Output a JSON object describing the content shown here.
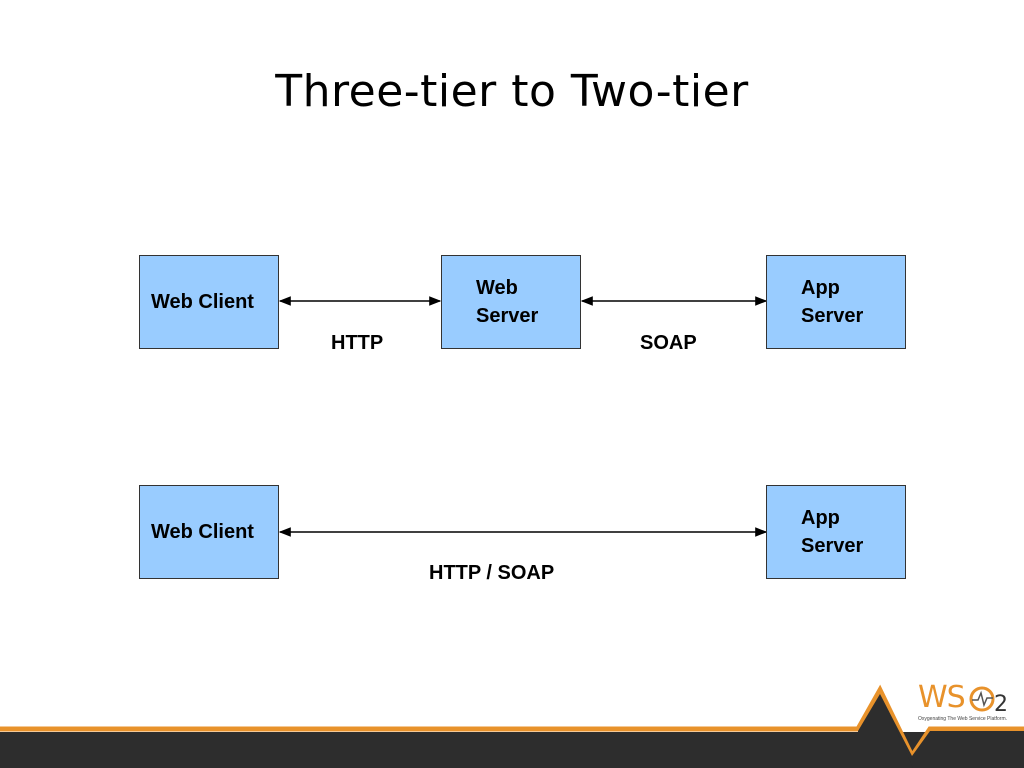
{
  "slide": {
    "title": "Three-tier to Two-tier"
  },
  "three_tier": {
    "web_client": "Web Client",
    "web_server_line1": "Web",
    "web_server_line2": "Server",
    "app_server_line1": "App",
    "app_server_line2": "Server",
    "label_http": "HTTP",
    "label_soap": "SOAP"
  },
  "two_tier": {
    "web_client": "Web Client",
    "app_server_line1": "App",
    "app_server_line2": "Server",
    "label_http_soap": "HTTP / SOAP"
  },
  "logo": {
    "text": "WS",
    "subscript": "2",
    "tagline": "Oxygenating The Web Service Platform."
  },
  "colors": {
    "box_fill": "#99ccff",
    "footer_dark": "#2d2d2d",
    "footer_orange": "#e8922b"
  }
}
